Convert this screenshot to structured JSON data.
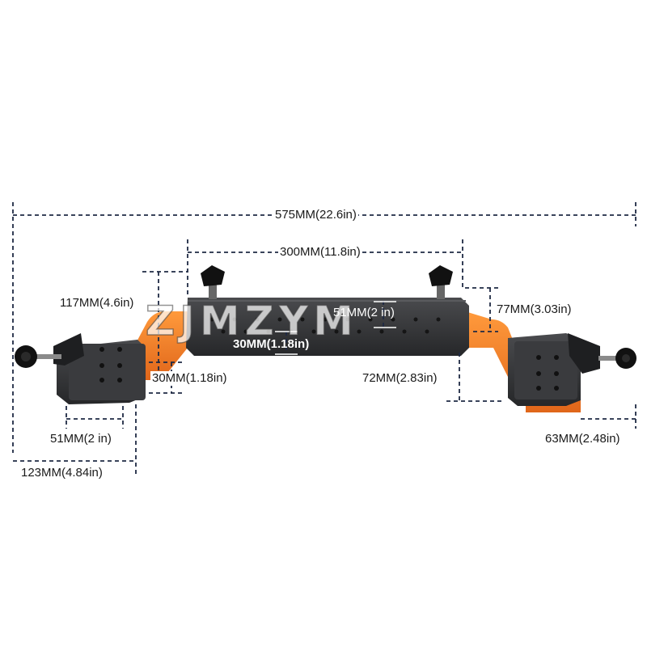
{
  "brand": {
    "watermark": "ZJMZYM"
  },
  "colors": {
    "accent_orange": "#f47a1f",
    "body_dark": "#2e2f31",
    "dim_line": "#1f2a44"
  },
  "dimensions": {
    "overall_length": "575MM(22.6in)",
    "center_bar_length": "300MM(11.8in)",
    "left_height": "117MM(4.6in)",
    "right_height": "77MM(3.03in)",
    "center_slot_width": "51MM(2 in)",
    "center_bar_height": "30MM(1.18in)",
    "left_base_height": "30MM(1.18in)",
    "right_drop": "72MM(2.83in)",
    "left_plate_hole_spacing": "51MM(2 in)",
    "right_plate_width": "63MM(2.48in)",
    "left_overall_width": "123MM(4.84in)"
  }
}
